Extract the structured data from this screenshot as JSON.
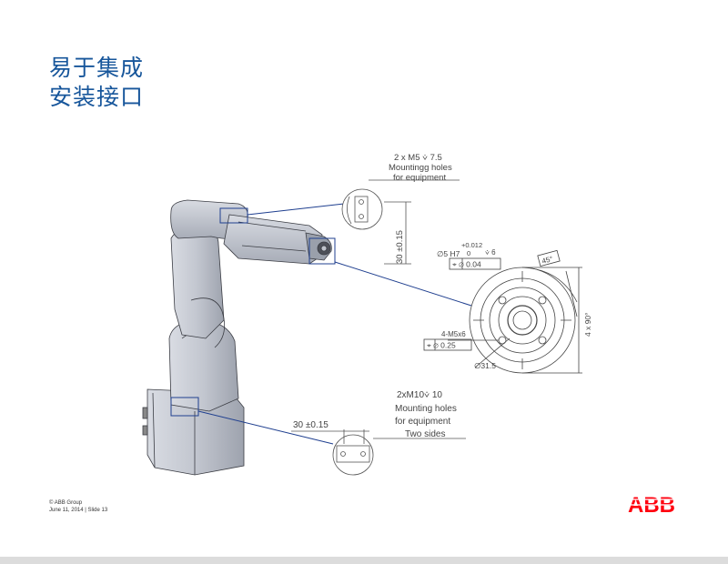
{
  "slide": {
    "title_line1": "易于集成",
    "title_line2": "安装接口"
  },
  "annotations": {
    "top_callout": {
      "line1": "2 x  M5 ⩒ 7.5",
      "line2": "Mountingg holes",
      "line3": "for equipment",
      "dimension": "30 ±0.15"
    },
    "flange": {
      "bore": "∅5 H7",
      "tol_upper": "+0.012",
      "tol_lower": "0",
      "depth": "⩒ 6",
      "position_tol": "⌖  ∅  0.04",
      "angle": "45°",
      "holes": "4-M5x6",
      "holes_tol": "⌖  ∅  0.25",
      "pcd": "∅31.5",
      "angle_repeat": "4 x 90°"
    },
    "base_callout": {
      "line1": "2xM10⩒ 10",
      "line2": "Mounting holes",
      "line3": "for equipment",
      "line4": "Two sides",
      "dimension": "30 ±0.15"
    }
  },
  "footer": {
    "copyright": "© ABB Group",
    "date_slide": "June 11, 2014 | Slide 13"
  },
  "logo": {
    "text": "ABB",
    "color": "#ff000f"
  },
  "colors": {
    "title": "#17569b",
    "leader": "#1f3f8f"
  }
}
